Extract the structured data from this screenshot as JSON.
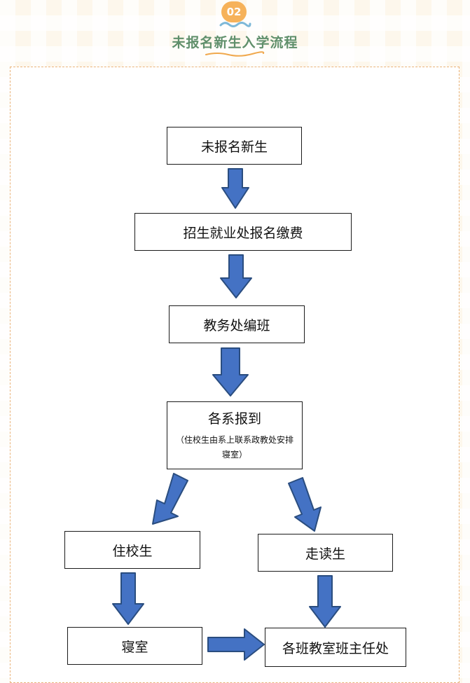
{
  "header": {
    "badge": "02",
    "title": "未报名新生入学流程"
  },
  "flow": {
    "nodes": {
      "unregistered": "未报名新生",
      "admissions": "招生就业处报名缴费",
      "academic": "教务处编班",
      "department": "各系报到",
      "department_note": "（住校生由系上联系政教处安排寝室）",
      "boarding": "住校生",
      "day_student": "走读生",
      "dorm": "寝室",
      "class_office": "各班教室班主任处"
    }
  },
  "colors": {
    "arrow_fill": "#4472c4",
    "arrow_stroke": "#2a4d7f",
    "accent_orange": "#f6b25a",
    "title_green": "#5f8f6b",
    "panel_border": "#eab37a"
  }
}
